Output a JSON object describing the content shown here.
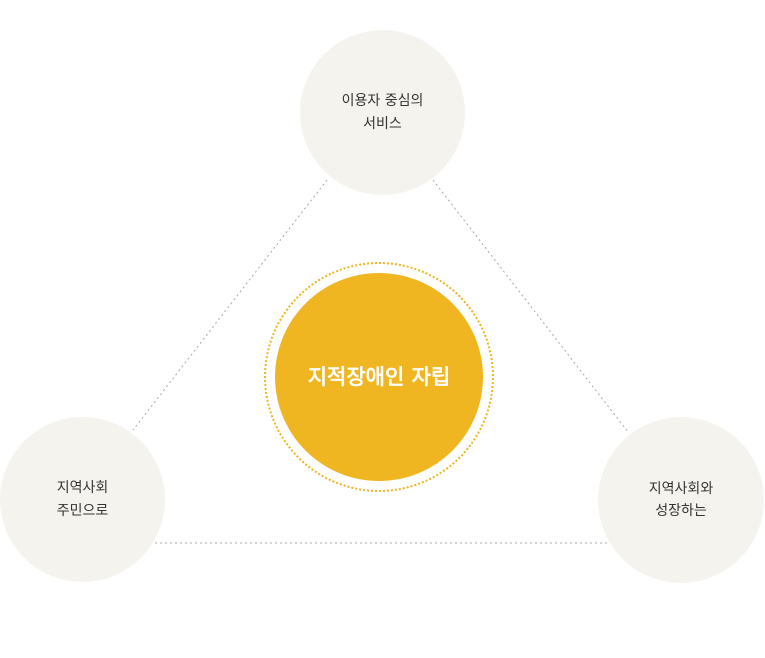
{
  "diagram": {
    "center": {
      "line1": "지적장애인",
      "line2": "자립"
    },
    "nodes": {
      "top": {
        "line1": "이용자 중심의",
        "line2": "서비스"
      },
      "left": {
        "line1": "지역사회",
        "line2": "주민으로"
      },
      "right": {
        "line1": "지역사회와",
        "line2": "성장하는"
      }
    }
  },
  "colors": {
    "center_fill": "#efb622",
    "center_ring": "#f0b41e",
    "node_fill": "#f5f3ee",
    "connector": "#a8a8a8",
    "text_dark": "#333333",
    "text_light": "#ffffff"
  }
}
